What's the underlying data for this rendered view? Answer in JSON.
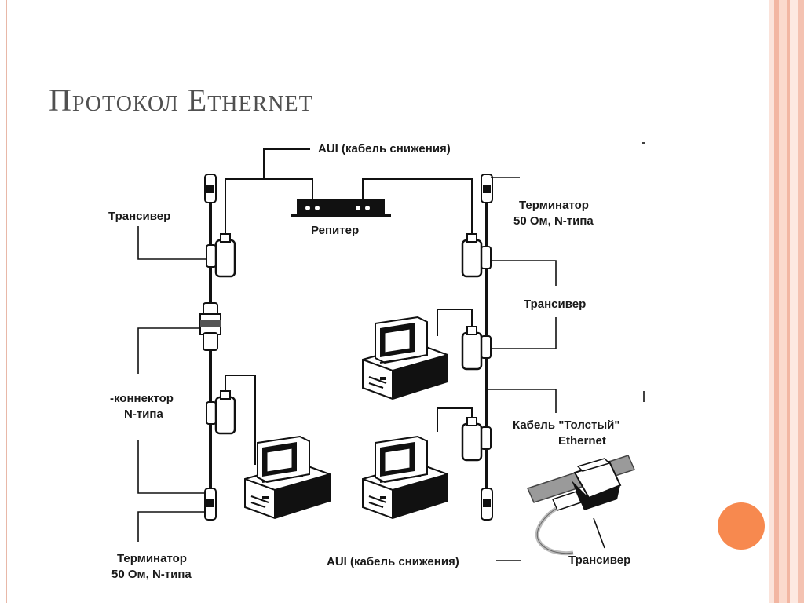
{
  "title": "Протокол Ethernet",
  "labels": {
    "aui_top": "AUI (кабель снижения)",
    "repeater": "Репитер",
    "transceiver_left": "Трансивер",
    "terminator_right_1": "Терминатор",
    "terminator_right_2": "50 Ом, N-типа",
    "transceiver_right": "Трансивер",
    "connector_1": "-коннектор",
    "connector_2": "N-типа",
    "thick_cable_1": "Кабель \"Толстый\"",
    "thick_cable_2": "Ethernet",
    "terminator_left_1": "Терминатор",
    "terminator_left_2": "50 Ом, N-типа",
    "aui_bottom": "AUI (кабель снижения)",
    "transceiver_bottom": "Трансивер"
  },
  "colors": {
    "accent": "#f7894f",
    "stripe_outer": "#f2b6a2",
    "stripe_inner": "#fbd9cc",
    "line": "#111111"
  }
}
